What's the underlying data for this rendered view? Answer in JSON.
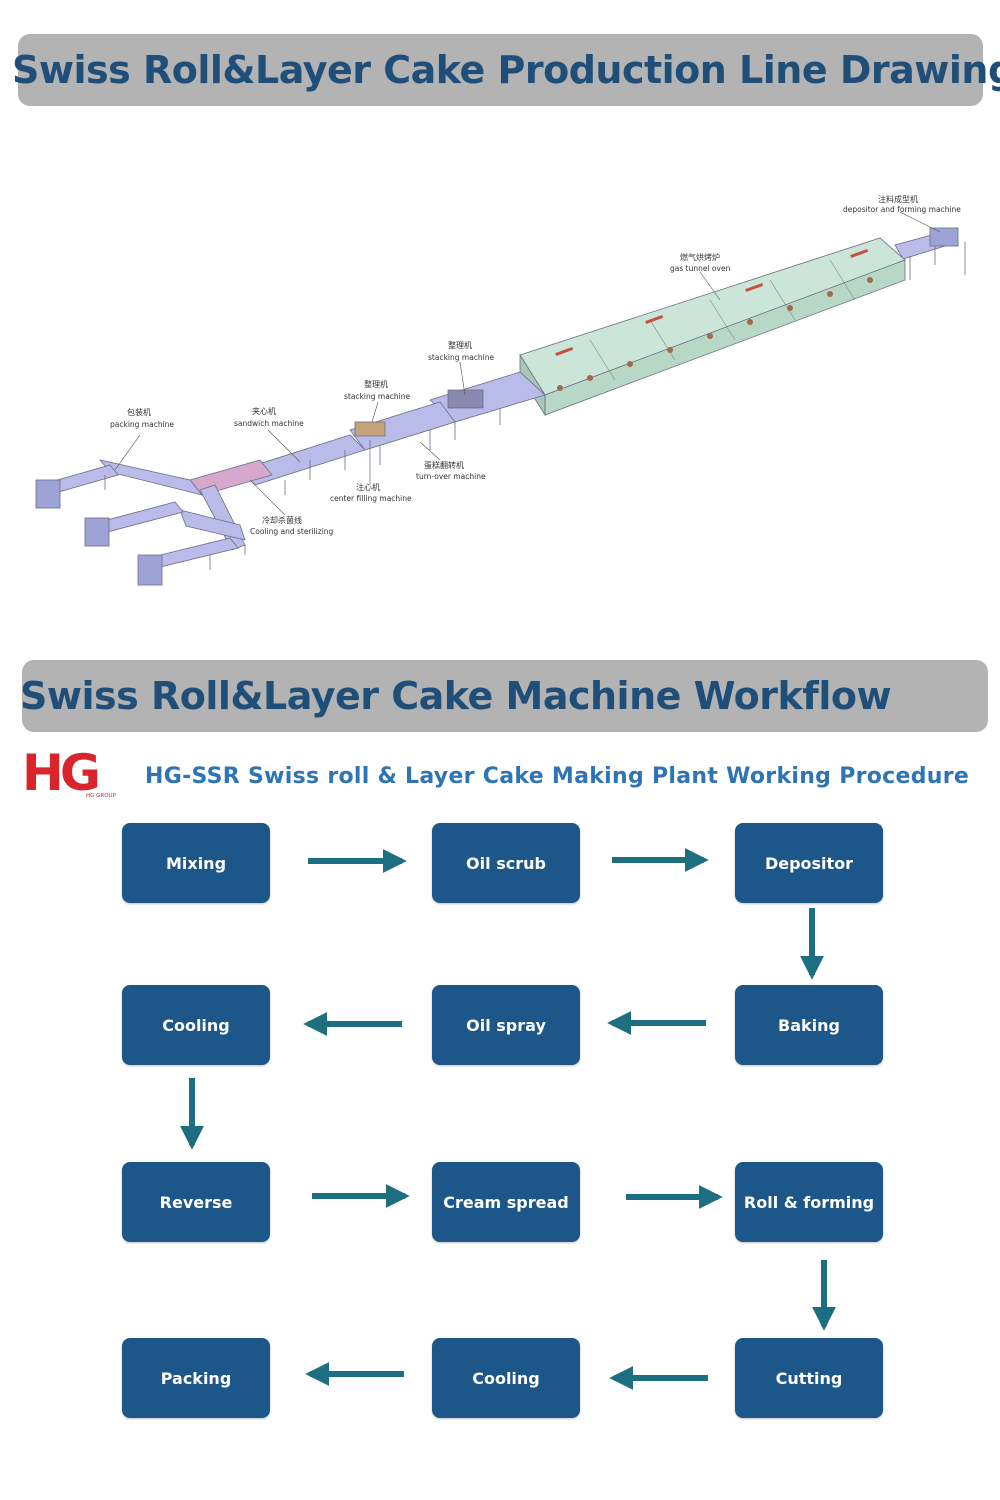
{
  "banner_top": "Swiss Roll&Layer Cake Production Line Drawing",
  "banner_bottom": "Swiss Roll&Layer Cake Machine Workflow",
  "logo": {
    "mark": "HG",
    "small_text": "HG GROUP",
    "colors": {
      "red": "#d9242b"
    }
  },
  "subtitle": "HG-SSR Swiss roll & Layer Cake Making Plant Working Procedure",
  "drawing_labels": {
    "depositor": {
      "cn": "注料成型机",
      "en": "depositor and forming machine"
    },
    "oven": {
      "cn": "燃气烘烤炉",
      "en": "gas tunnel oven"
    },
    "stacking1": {
      "cn": "整理机",
      "en": "stacking machine"
    },
    "stacking2": {
      "cn": "整理机",
      "en": "stacking machine"
    },
    "turnover": {
      "cn": "蛋糕翻转机",
      "en": "turn-over machine"
    },
    "filling": {
      "cn": "注心机",
      "en": "center filling machine"
    },
    "sandwich": {
      "cn": "夹心机",
      "en": "sandwich machine"
    },
    "packing": {
      "cn": "包装机",
      "en": "packing machine"
    },
    "cooling": {
      "cn": "冷却杀菌线",
      "en": "Cooling and sterilizing"
    }
  },
  "workflow": {
    "steps": [
      "Mixing",
      "Oil scrub",
      "Depositor",
      "Baking",
      "Oil spray",
      "Cooling",
      "Reverse",
      "Cream spread",
      "Roll & forming",
      "Cutting",
      "Cooling",
      "Packing"
    ],
    "colors": {
      "box": "#1d5688",
      "arrow": "#1d6e80",
      "title": "#1f4e79"
    }
  }
}
